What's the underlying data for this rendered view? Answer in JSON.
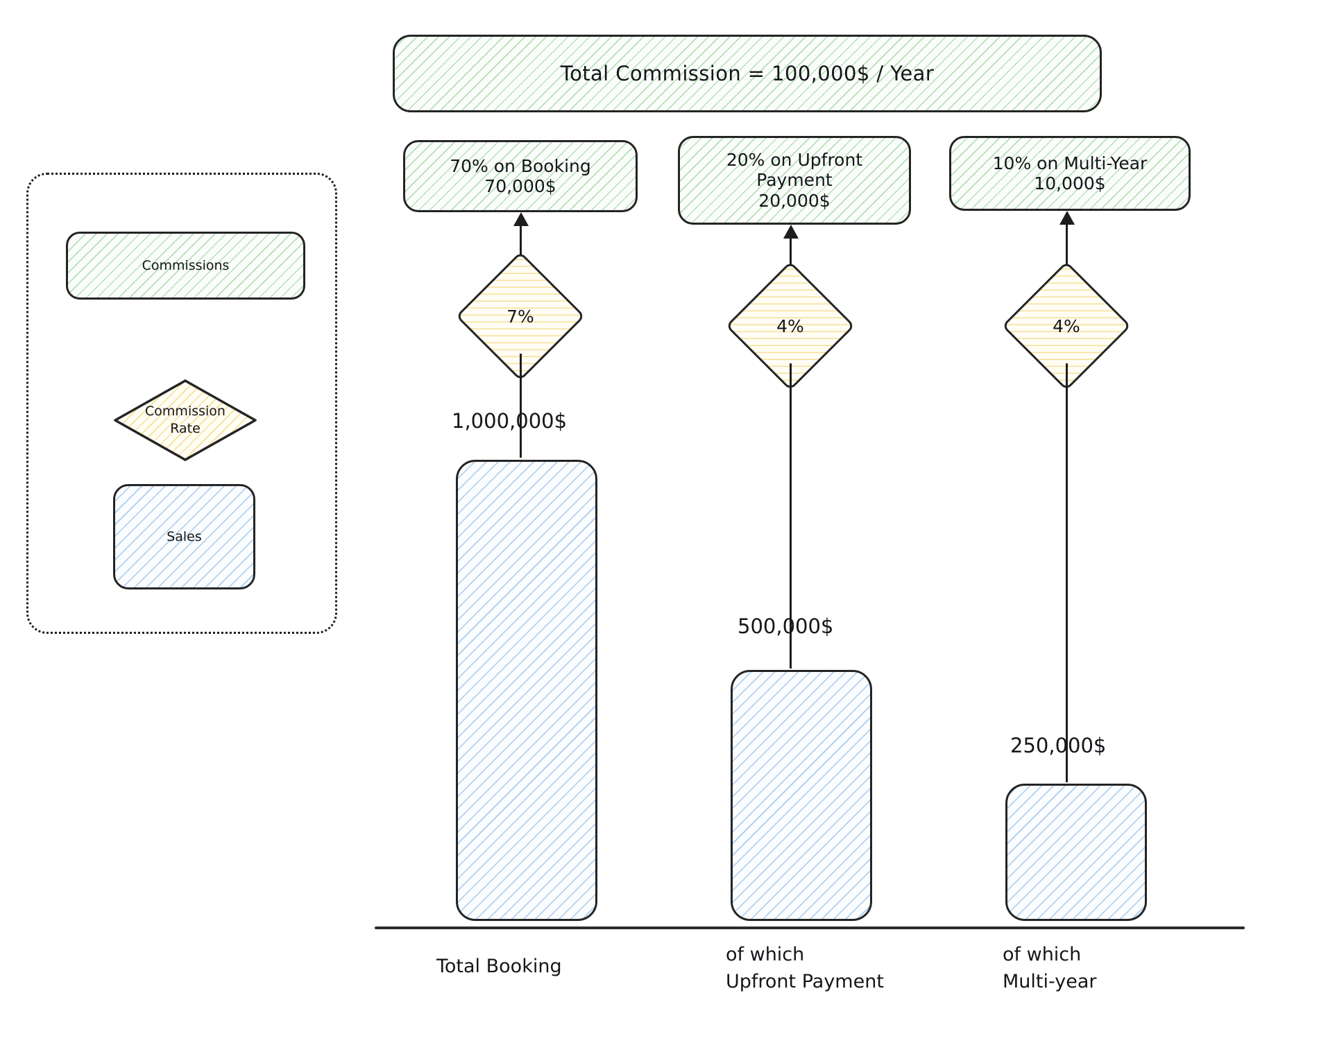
{
  "chart_data": {
    "type": "bar",
    "title": "Total Commission = 100,000$ / Year",
    "categories": [
      "Total Booking",
      "of which\nUpfront Payment",
      "of which\nMulti-year"
    ],
    "values": [
      1000000,
      500000,
      250000
    ],
    "value_labels": [
      "1,000,000$",
      "500,000$",
      "250,000$"
    ],
    "series": [
      {
        "name": "Sales",
        "values": [
          1000000,
          500000,
          250000
        ]
      }
    ],
    "commission_rates": [
      "7%",
      "4%",
      "4%"
    ],
    "commission_amounts": [
      70000,
      20000,
      10000
    ],
    "commission_labels": [
      "70% on Booking\n70,000$",
      "20% on Upfront\nPayment\n20,000$",
      "10% on Multi-Year\n10,000$"
    ],
    "xlabel": "",
    "ylabel": "",
    "ylim": [
      0,
      1000000
    ],
    "grid": false,
    "legend_position": "left"
  },
  "banner": {
    "total_commission_text": "Total Commission = 100,000$ / Year"
  },
  "splits": [
    {
      "id": "booking",
      "label": "70% on Booking\n70,000$",
      "percent": "70%",
      "amount": "70,000$",
      "rate": "7%"
    },
    {
      "id": "upfront",
      "label": "20% on Upfront\nPayment\n20,000$",
      "percent": "20%",
      "amount": "20,000$",
      "rate": "4%"
    },
    {
      "id": "multiyear",
      "label": "10% on Multi-Year\n10,000$",
      "percent": "10%",
      "amount": "10,000$",
      "rate": "4%"
    }
  ],
  "bars": [
    {
      "id": "total-booking",
      "value_label": "1,000,000$",
      "axis_label": "Total Booking"
    },
    {
      "id": "upfront",
      "value_label": "500,000$",
      "axis_label": "of which\nUpfront Payment"
    },
    {
      "id": "multiyear",
      "value_label": "250,000$",
      "axis_label": "of which\nMulti-year"
    }
  ],
  "legend": {
    "items": [
      {
        "id": "commissions",
        "label": "Commissions",
        "shape": "rounded-rect",
        "color": "#6cc47f"
      },
      {
        "id": "commission-rate",
        "label": "Commission\nRate",
        "shape": "diamond",
        "color": "#f0cd5a"
      },
      {
        "id": "sales",
        "label": "Sales",
        "shape": "rounded-rect",
        "color": "#78afe6"
      }
    ]
  },
  "colors": {
    "green_hatch": "#6cc47f",
    "yellow_hatch": "#f0cd5a",
    "blue_hatch": "#78afe6",
    "stroke": "#242424",
    "background": "#ffffff"
  }
}
